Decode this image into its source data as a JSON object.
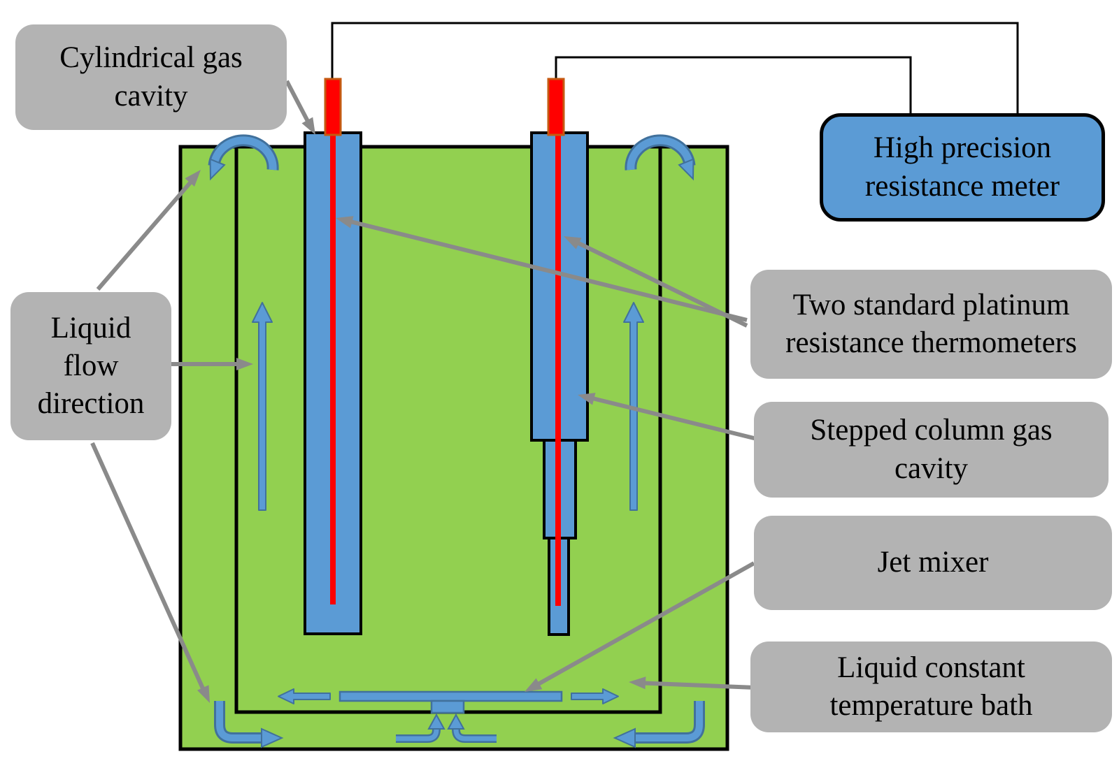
{
  "labels": {
    "cylindrical_gas_cavity": "Cylindrical gas cavity",
    "liquid_flow_direction": "Liquid flow direction",
    "high_precision_resistance_meter": "High precision resistance meter",
    "two_standard_platinum_resistance_thermometers": "Two standard platinum resistance thermometers",
    "stepped_column_gas_cavity": "Stepped column gas cavity",
    "jet_mixer": "Jet mixer",
    "liquid_constant_temperature_bath": "Liquid constant temperature bath"
  },
  "colors": {
    "bath_liquid_green": "#92D050",
    "component_blue": "#5B9BD5",
    "blue_outline": "#41719C",
    "thermometer_red": "#FF0000",
    "cap_outline_orange": "#C55A11",
    "callout_gray": "#B3B3B3",
    "connector_arrow_gray": "#8A8A8A",
    "line_black": "#000000"
  }
}
